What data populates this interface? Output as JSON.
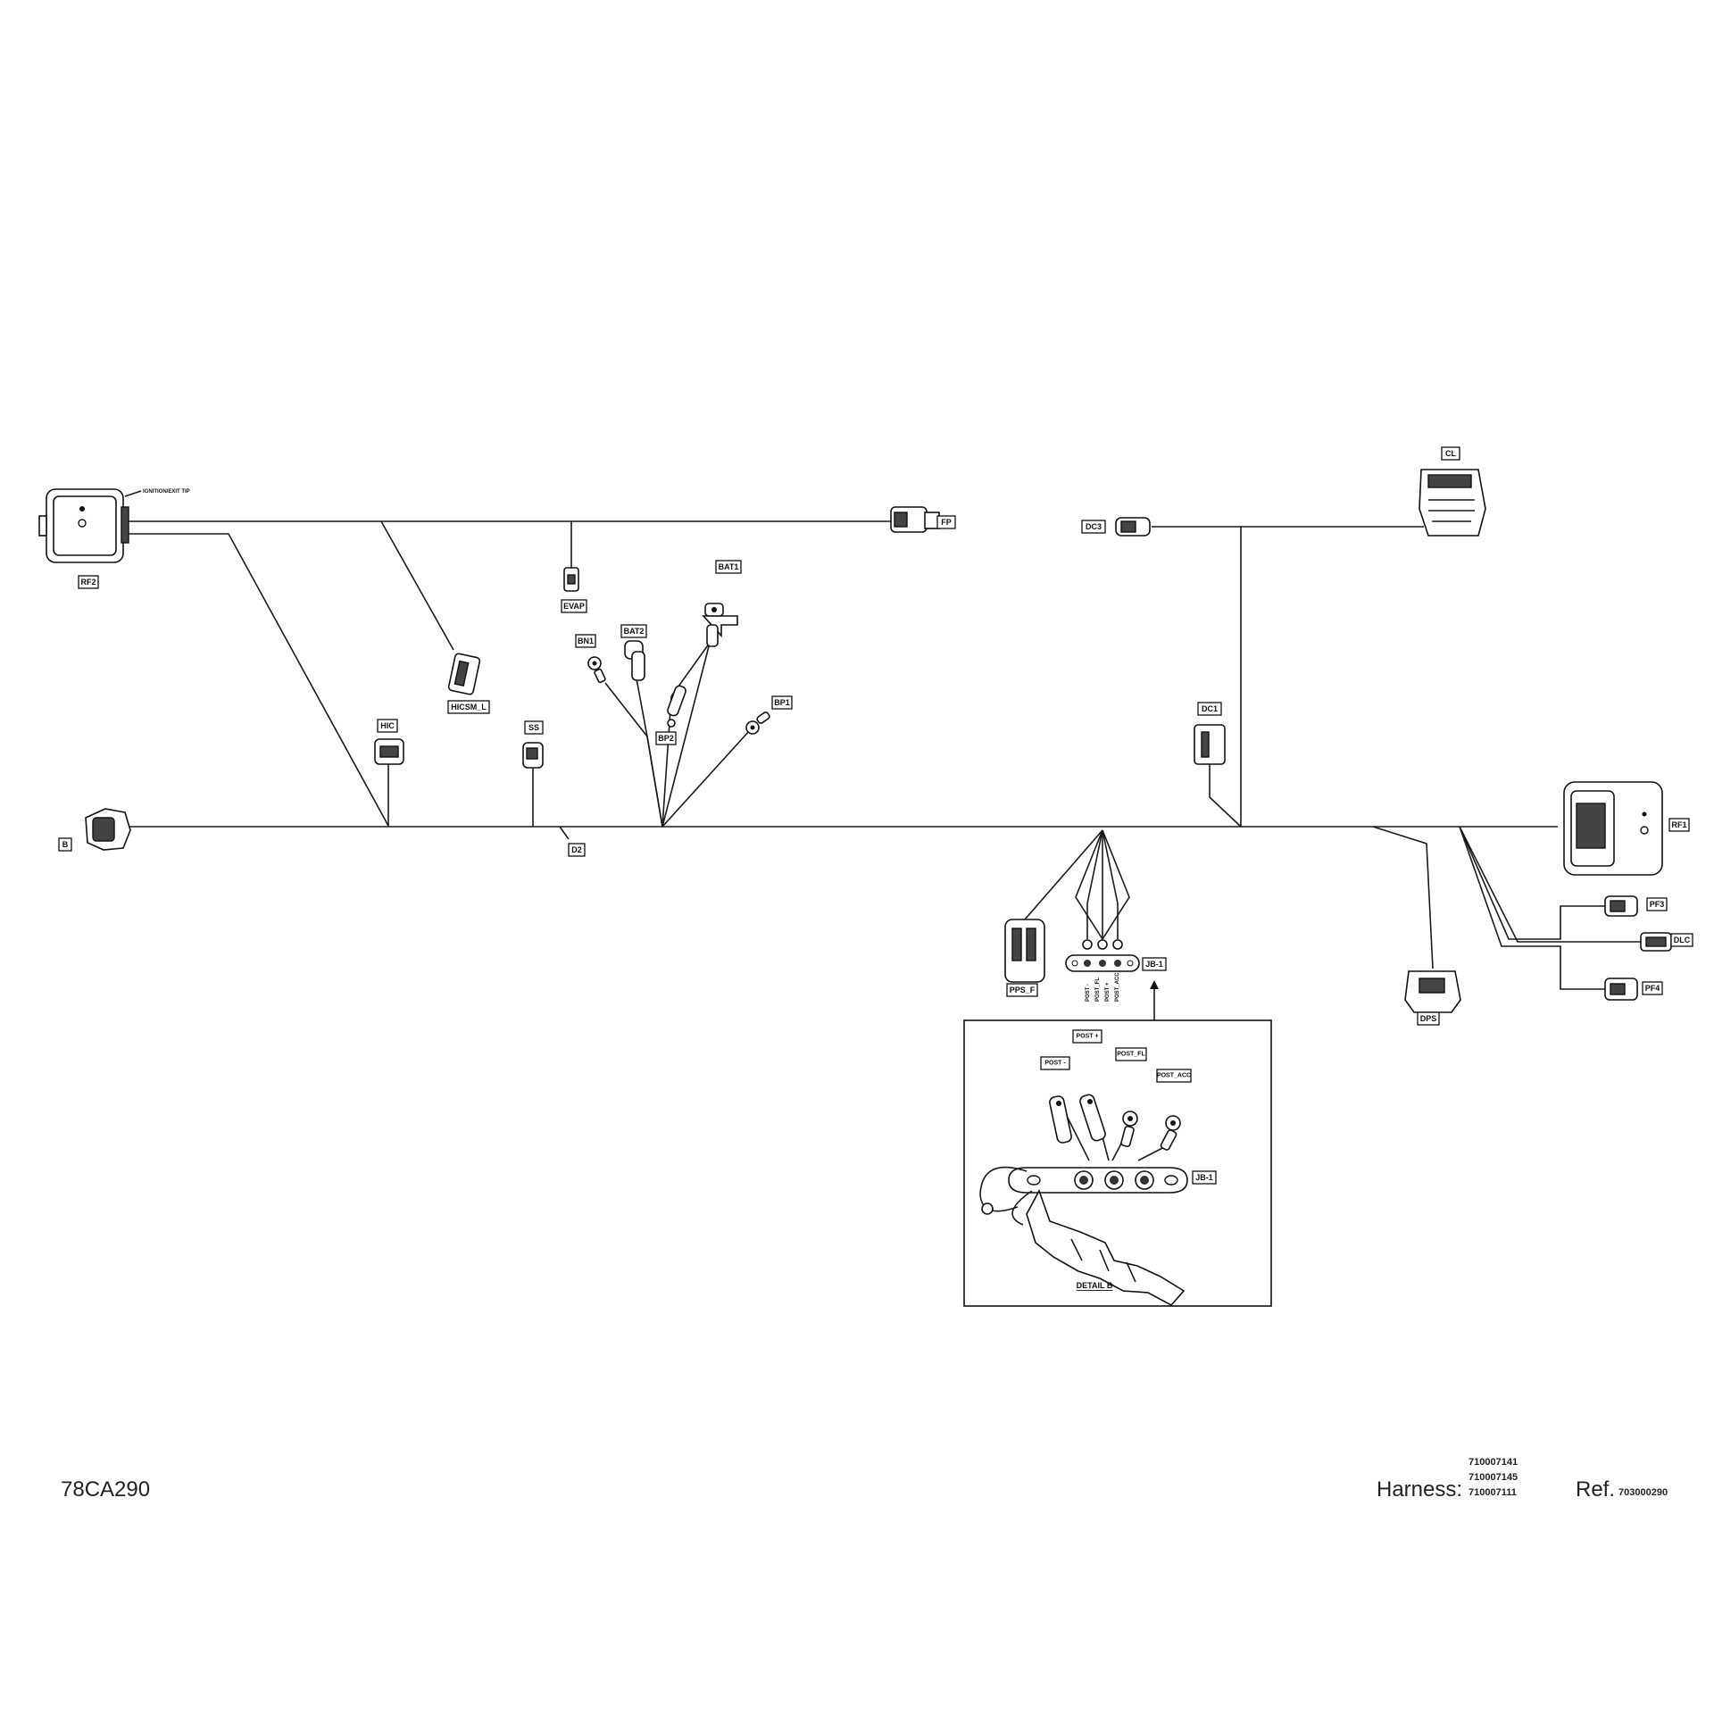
{
  "connectors": {
    "rf2": "RF2",
    "ignition_switch": "IGNITION/EXIT TIP",
    "fp": "FP",
    "evap": "EVAP",
    "bat1": "BAT1",
    "bat2": "BAT2",
    "bn1": "BN1",
    "bp1": "BP1",
    "bp2": "BP2",
    "hicsm_l": "HICSM_L",
    "hic": "HIC",
    "ss": "SS",
    "b": "B",
    "d2": "D2",
    "dc3": "DC3",
    "cl": "CL",
    "dc1": "DC1",
    "rf1": "RF1",
    "pf3": "PF3",
    "dlc": "DLC",
    "pf4": "PF4",
    "dps": "DPS",
    "pps_f": "PPS_F",
    "jb1": "JB-1"
  },
  "junction_block_posts": [
    "POST -",
    "POST_FL",
    "POST +",
    "POST_ACC"
  ],
  "detail": {
    "post_minus": "POST -",
    "post_plus": "POST +",
    "post_fl": "POST_FL",
    "post_acc": "POST_ACC",
    "jb1": "JB-1",
    "caption": "DETAIL B"
  },
  "footer": {
    "drawing_id": "78CA290",
    "harness_label": "Harness:",
    "harness_numbers": [
      "710007141",
      "710007145",
      "710007111"
    ],
    "ref_label": "Ref.",
    "ref_number": "703000290"
  }
}
